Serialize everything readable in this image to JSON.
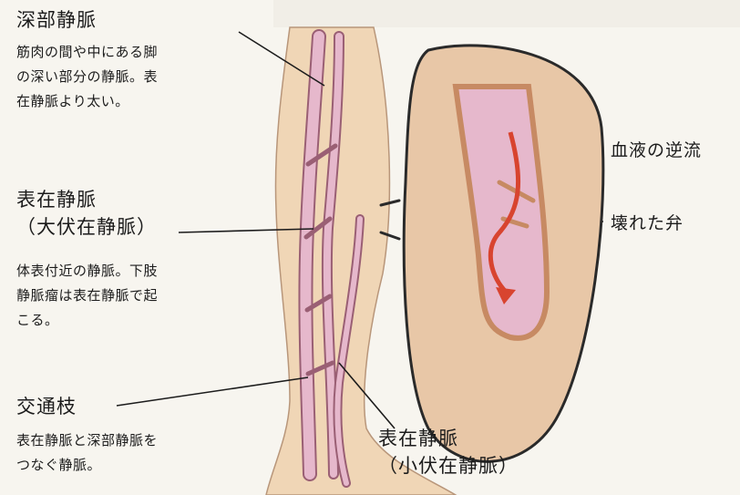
{
  "labels": {
    "deep_vein": {
      "title": "深部静脈",
      "desc": "筋肉の間や中にある脚\nの深い部分の静脈。表\n在静脈より太い。"
    },
    "superficial_vein_great": {
      "title": "表在静脈\n（大伏在静脈）",
      "desc": "体表付近の静脈。下肢\n静脈瘤は表在静脈で起\nこる。"
    },
    "perforating_vein": {
      "title": "交通枝",
      "desc": "表在静脈と深部静脈を\nつなぐ静脈。"
    },
    "superficial_vein_small": {
      "title": "表在静脈\n（小伏在静脈）"
    },
    "reflux": "血液の逆流",
    "broken_valve": "壊れた弁"
  },
  "colors": {
    "vein_fill": "#e6b8cc",
    "vein_stroke": "#9a5f74",
    "skin": "#f0d6b6",
    "lens_outline": "#2a2a2a",
    "reflux_arrow": "#d8442f",
    "background_text": "#d9d6cf"
  }
}
